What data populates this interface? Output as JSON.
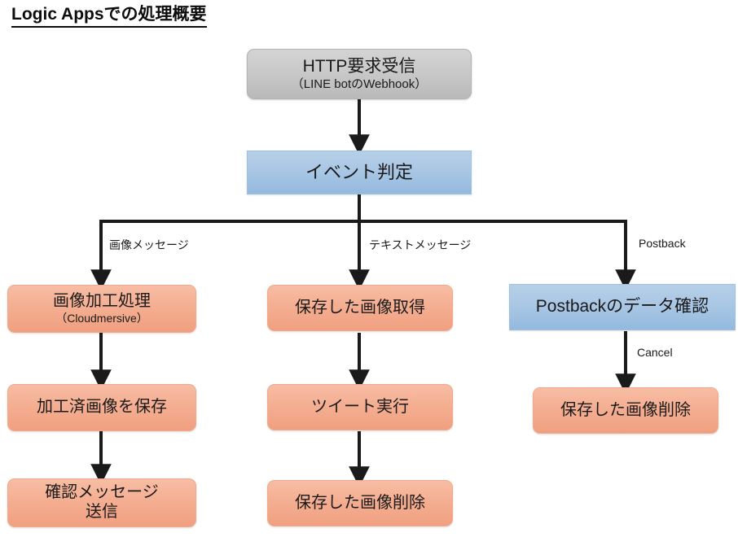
{
  "title": "Logic Appsでの処理概要",
  "nodes": {
    "http_receive": {
      "line1": "HTTP要求受信",
      "line2": "（LINE botのWebhook）",
      "style": "gray"
    },
    "event_decision": {
      "line1": "イベント判定",
      "style": "blue"
    },
    "image_process": {
      "line1": "画像加工処理",
      "line2": "（Cloudmersive）",
      "style": "salmon"
    },
    "save_processed_image": {
      "line1": "加工済画像を保存",
      "style": "salmon"
    },
    "send_confirm_message": {
      "line1": "確認メッセージ",
      "line2": "送信",
      "style": "salmon"
    },
    "get_saved_image": {
      "line1": "保存した画像取得",
      "style": "salmon"
    },
    "run_tweet": {
      "line1": "ツイート実行",
      "style": "salmon"
    },
    "delete_saved_image_middle": {
      "line1": "保存した画像削除",
      "style": "salmon"
    },
    "postback_data_check": {
      "line1": "Postbackのデータ確認",
      "style": "blue"
    },
    "delete_saved_image_right": {
      "line1": "保存した画像削除",
      "style": "salmon"
    }
  },
  "edge_labels": {
    "image_message": "画像メッセージ",
    "text_message": "テキストメッセージ",
    "postback": "Postback",
    "cancel": "Cancel"
  },
  "colors": {
    "gray_fill": "#c9c9c9",
    "blue_fill": "#a8c6e4",
    "salmon_fill": "#f4ad90",
    "arrow": "#1a1a1a",
    "text": "#1a1a1a",
    "background": "#ffffff"
  }
}
